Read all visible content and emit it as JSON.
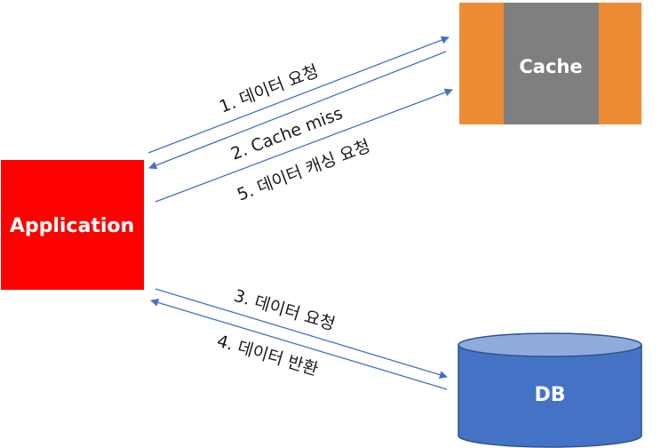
{
  "nodes": {
    "application": {
      "label": "Application",
      "color": "#FF0000"
    },
    "cache": {
      "label": "Cache",
      "side_color": "#ED8B35",
      "center_color": "#7F7F7F"
    },
    "db": {
      "label": "DB",
      "body_color": "#4472C4",
      "top_color": "#8FAADC",
      "outline_color": "#2F528F"
    }
  },
  "edges": [
    {
      "label": "1. 데이터 요청",
      "from": "Application",
      "to": "Cache"
    },
    {
      "label": "2. Cache  miss",
      "from": "Cache",
      "to": "Application"
    },
    {
      "label": "5. 데이터 캐싱 요청",
      "from": "Application",
      "to": "Cache"
    },
    {
      "label": "3. 데이터 요청",
      "from": "Application",
      "to": "DB"
    },
    {
      "label": "4. 데이터 반환",
      "from": "DB",
      "to": "Application"
    }
  ],
  "arrow_color": "#4472C4"
}
